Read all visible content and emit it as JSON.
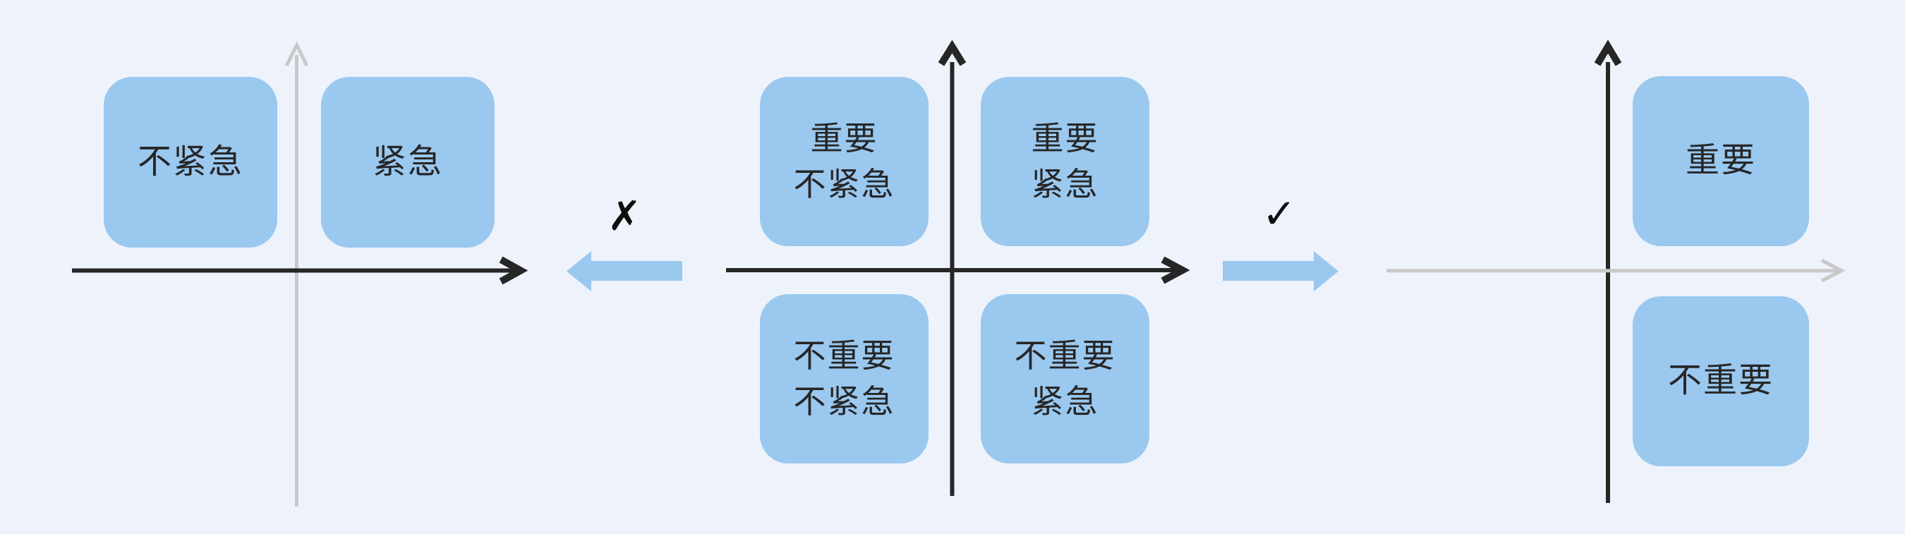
{
  "colors": {
    "bg": "#eef3fb",
    "blue": "#9ac8ef",
    "ink": "#262626",
    "gray": "#c8c8c8",
    "mark": "#0d0d0d"
  },
  "panels": {
    "left": {
      "boxes": [
        {
          "label": "不紧急"
        },
        {
          "label": "紧急"
        }
      ]
    },
    "middle": {
      "boxes": [
        {
          "line1": "重要",
          "line2": "不紧急"
        },
        {
          "line1": "重要",
          "line2": "紧急"
        },
        {
          "line1": "不重要",
          "line2": "不紧急"
        },
        {
          "line1": "不重要",
          "line2": "紧急"
        }
      ]
    },
    "right": {
      "boxes": [
        {
          "label": "重要"
        },
        {
          "label": "不重要"
        }
      ]
    }
  },
  "connectors": {
    "reject": {
      "mark": "✗"
    },
    "accept": {
      "mark": "✓"
    }
  }
}
